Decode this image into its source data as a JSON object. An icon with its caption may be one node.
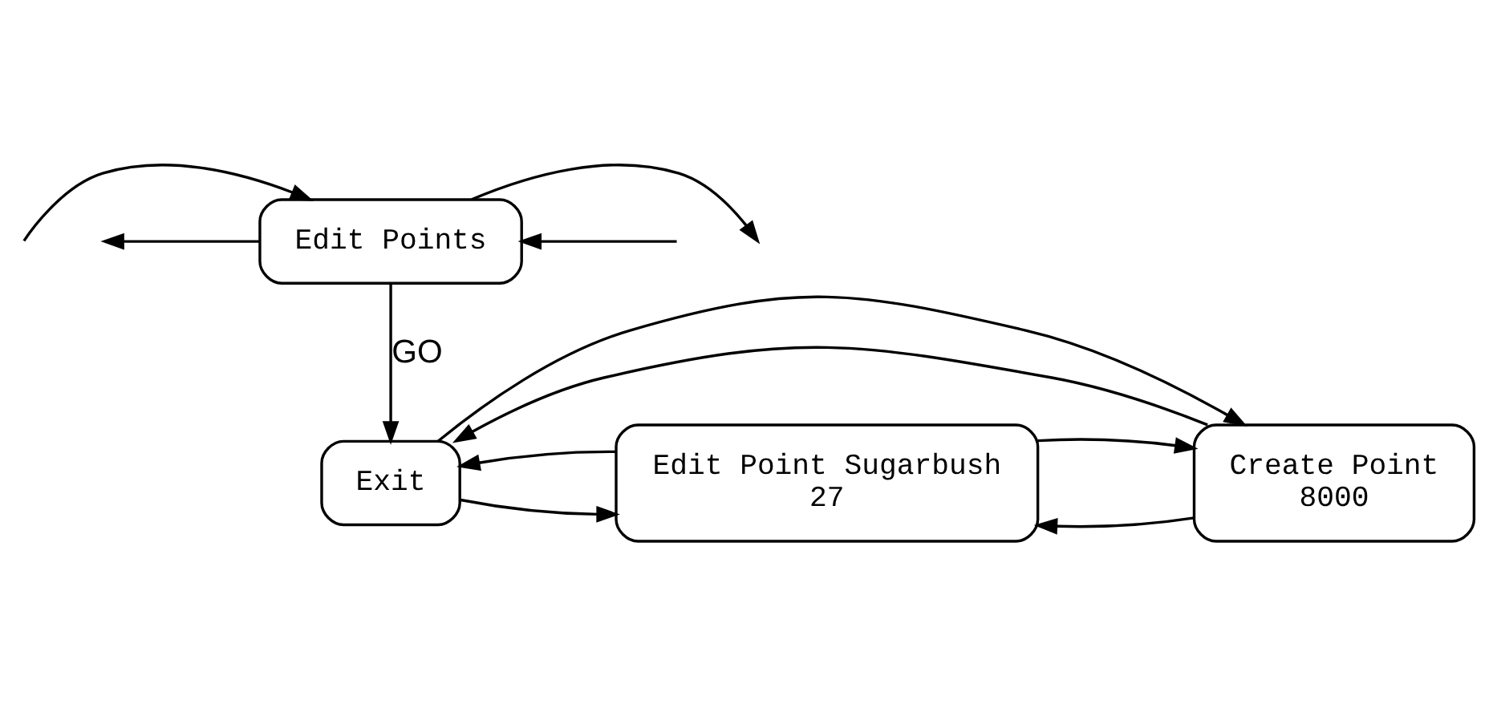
{
  "diagram": {
    "nodes": [
      {
        "text": [
          "Edit Points"
        ]
      },
      {
        "text": [
          "Create Point",
          "8000"
        ]
      },
      {
        "text": [
          "Exit"
        ]
      },
      {
        "text": [
          "Edit Point Sugarbush",
          "27"
        ]
      }
    ],
    "edges": [
      {
        "from": null,
        "to": 0,
        "arrow": "to"
      },
      {
        "from": 0,
        "to": null,
        "arrow": "to"
      },
      {
        "from": 0,
        "to": null,
        "arrow": "to"
      },
      {
        "from": null,
        "to": 0,
        "arrow": "to"
      },
      {
        "from": 0,
        "to": 2,
        "arrow": "to",
        "label": "GO"
      },
      {
        "from": 1,
        "to": 2,
        "arrow": "to"
      },
      {
        "from": 2,
        "to": 1,
        "arrow": "to"
      },
      {
        "from": 2,
        "to": 3,
        "arrow": "to"
      },
      {
        "from": 3,
        "to": 2,
        "arrow": "to"
      },
      {
        "from": 1,
        "to": 3,
        "arrow": "to"
      },
      {
        "from": 3,
        "to": 1,
        "arrow": "to"
      }
    ]
  }
}
